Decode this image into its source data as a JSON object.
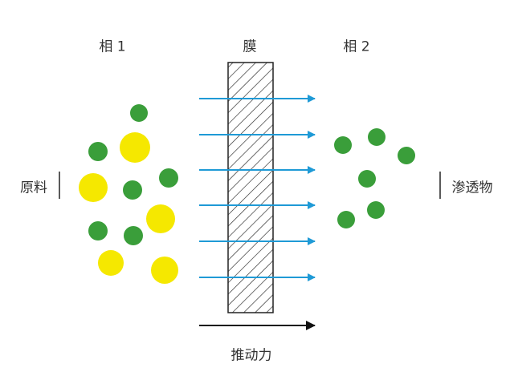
{
  "labels": {
    "phase1": "相 1",
    "membrane": "膜",
    "phase2": "相 2",
    "feed": "原料",
    "permeate": "渗透物",
    "driving_force": "推动力"
  },
  "colors": {
    "small_particle": "#3a9e3a",
    "large_particle": "#f5e800",
    "flow_arrow": "#1f9ad6",
    "force_arrow": "#111111"
  }
}
